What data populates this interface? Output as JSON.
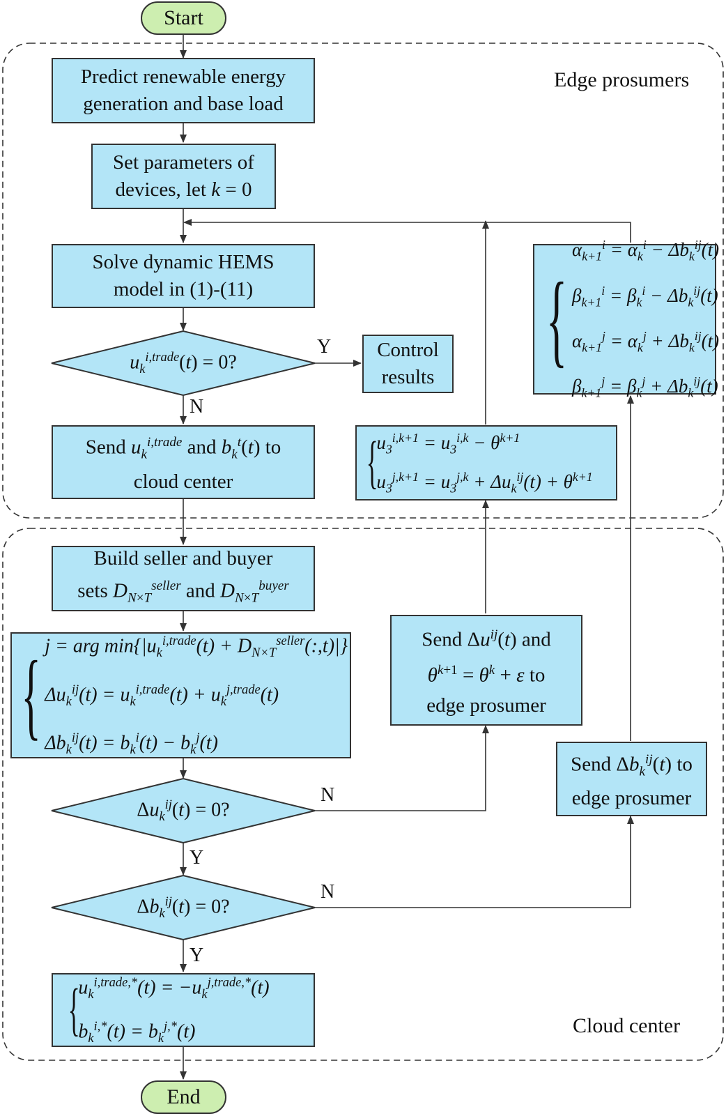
{
  "terminals": {
    "start": "Start",
    "end": "End"
  },
  "regions": {
    "edge": "Edge prosumers",
    "cloud": "Cloud center"
  },
  "nodes": {
    "predict": [
      "Predict renewable energy",
      "generation and base load"
    ],
    "set_params": [
      "Set parameters of",
      "devices, let k = 0"
    ],
    "solve": [
      "Solve dynamic HEMS",
      "model in (1)-(11)"
    ],
    "decision_trade": "u_k^{i,trade}(t) = 0?",
    "control": [
      "Control",
      "results"
    ],
    "send_cloud": [
      "Send u_k^{i,trade} and b_k^t(t) to",
      "cloud center"
    ],
    "build_sets": [
      "Build seller and buyer",
      "sets D_{N×T}^{seller} and D_{N×T}^{buyer}"
    ],
    "match": [
      "j = arg min{|u_k^{i,trade}(t) + D_{N×T}^{seller}(:,t)|}",
      "Δu_k^{ij}(t) = u_k^{i,trade}(t) + u_k^{j,trade}(t)",
      "Δb_k^{ij}(t) = b_k^i(t) − b_k^j(t)"
    ],
    "decision_du": "Δu_k^{ij}(t) = 0?",
    "decision_db": "Δb_k^{ij}(t) = 0?",
    "final": [
      "u_k^{i,trade,*}(t) = −u_k^{j,trade,*}(t)",
      "b_k^{i,*}(t) = b_k^{j,*}(t)"
    ],
    "send_du": [
      "Send Δu^{ij}(t) and",
      "θ^{k+1} = θ^k + ε to",
      "edge prosumer"
    ],
    "send_db": [
      "Send Δb_k^{ij}(t) to",
      "edge prosumer"
    ],
    "update_u": [
      "u_3^{i,k+1} = u_3^{i,k} − θ^{k+1}",
      "u_3^{j,k+1} = u_3^{j,k} + Δu_k^{ij}(t) + θ^{k+1}"
    ],
    "update_ab": [
      "α_{k+1}^i = α_k^i − Δb_k^{ij}(t)",
      "β_{k+1}^i = β_k^i − Δb_k^{ij}(t)",
      "α_{k+1}^j = α_k^j + Δb_k^{ij}(t)",
      "β_{k+1}^j = β_k^j + Δb_k^{ij}(t)"
    ]
  },
  "edge_labels": {
    "y1": "Y",
    "n1": "N",
    "n2": "N",
    "y2": "Y",
    "n3": "N",
    "y3": "Y"
  },
  "colors": {
    "box_fill": "#b3e5f7",
    "terminal_fill": "#cdeeb0",
    "stroke": "#333333"
  }
}
